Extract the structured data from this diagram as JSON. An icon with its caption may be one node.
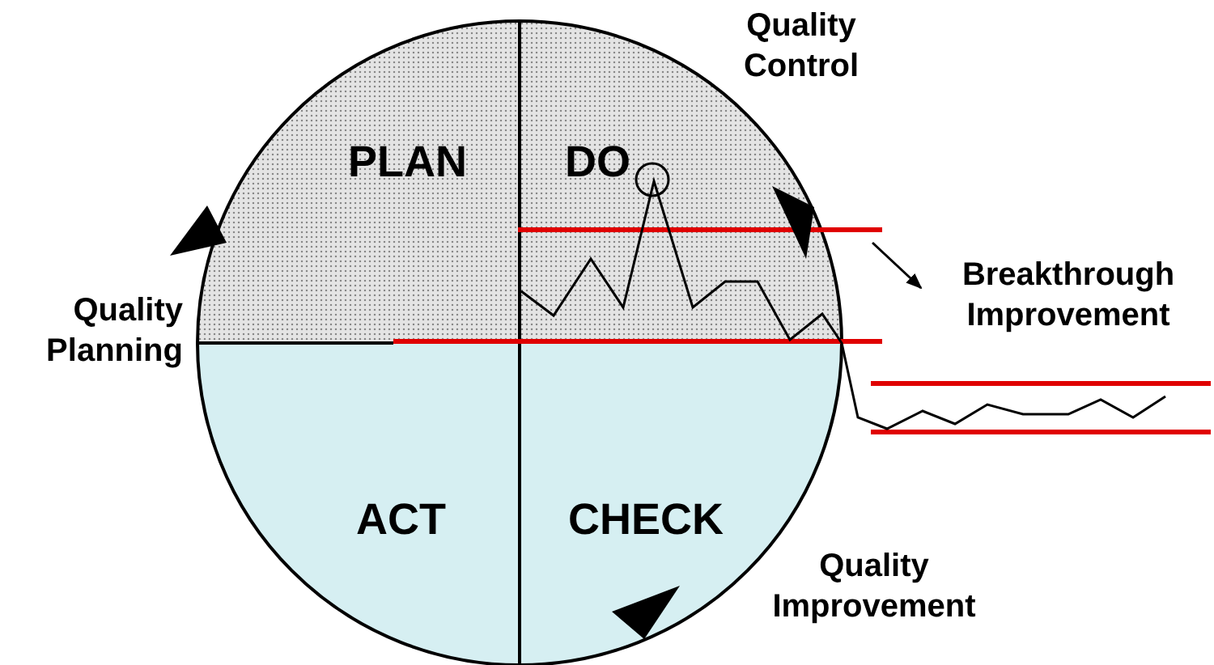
{
  "diagram": {
    "nodes": [
      {
        "text": [
          "PLAN"
        ]
      },
      {
        "text": [
          "DO"
        ]
      },
      {
        "text": [
          "ACT"
        ]
      },
      {
        "text": [
          "CHECK"
        ]
      },
      {
        "text": [
          "Quality Control"
        ]
      },
      {
        "text": [
          "Quality Planning"
        ]
      },
      {
        "text": [
          "Quality Improvement"
        ]
      },
      {
        "text": [
          "Breakthrough Improvement"
        ]
      }
    ],
    "edges": [
      {
        "from": null,
        "to": 7,
        "arrow": "to"
      }
    ]
  }
}
